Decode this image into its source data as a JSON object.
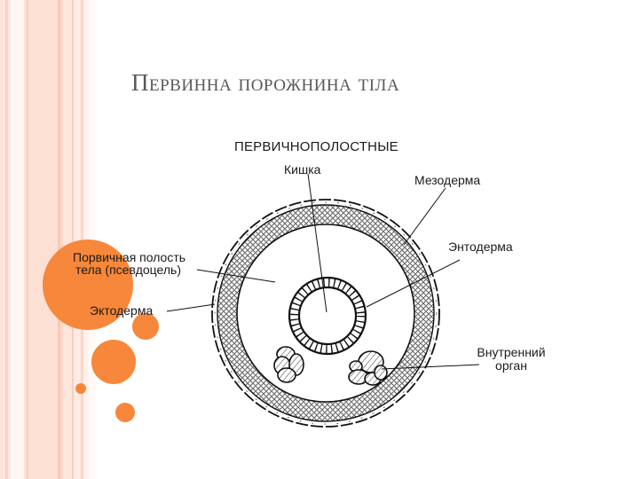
{
  "slide": {
    "title": "Первинна порожнина тіла",
    "accent_color": "#f7873a",
    "stripe_colors": [
      "#fcd9cc",
      "#fde6dc",
      "#ffffff",
      "#fbd0c0"
    ]
  },
  "diagram": {
    "heading": "ПЕРВИЧНОПОЛОСТНЫЕ",
    "labels": {
      "gut": "Кишка",
      "mesoderm": "Мезодерма",
      "endoderm": "Энтодерма",
      "pseudocoel_line1": "Порвичная полость",
      "pseudocoel_line2": "тела (псевдоцель)",
      "ectoderm": "Эктодерма",
      "organ_line1": "Внутренний",
      "organ_line2": "орган"
    }
  }
}
